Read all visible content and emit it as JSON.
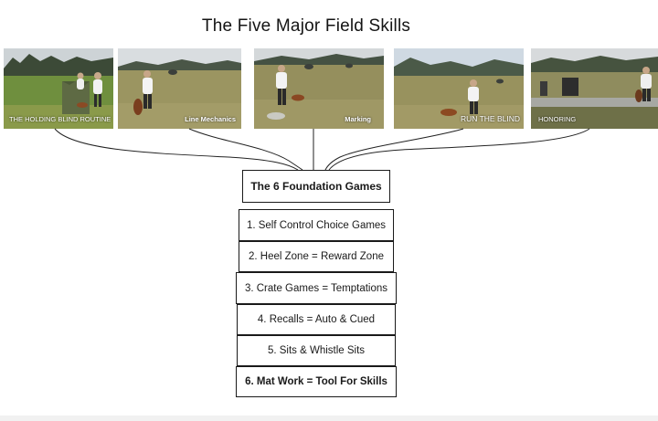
{
  "title": "The Five Major Field Skills",
  "skills": [
    {
      "caption": "THE HOLDING BLIND ROUTINE"
    },
    {
      "caption": "Line Mechanics"
    },
    {
      "caption": "Marking"
    },
    {
      "caption": "RUN THE BLIND"
    },
    {
      "caption": "HONORING"
    }
  ],
  "center_box": "The 6 Foundation Games",
  "games": [
    "1. Self Control Choice Games",
    "2. Heel Zone = Reward Zone",
    "3. Crate Games = Temptations",
    "4. Recalls = Auto & Cued",
    "5. Sits & Whistle Sits",
    "6. Mat Work = Tool For Skills"
  ],
  "colors": {
    "sky": "#dfe3e6",
    "grass": "#9a9563",
    "trees": "#3f4a3c",
    "line": "#222222"
  }
}
